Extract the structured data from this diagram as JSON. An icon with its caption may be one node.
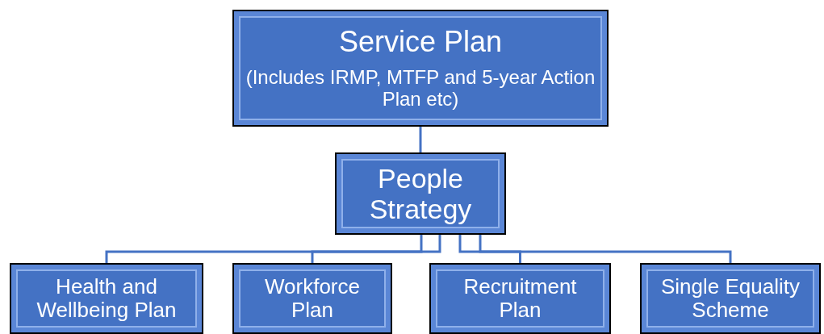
{
  "diagram": {
    "nodes": [
      {
        "text": [
          "Service Plan",
          "(Includes IRMP, MTFP and 5-year Action Plan etc)"
        ]
      },
      {
        "text": [
          "People Strategy"
        ]
      },
      {
        "text": [
          "Health and Wellbeing Plan"
        ]
      },
      {
        "text": [
          "Workforce Plan"
        ]
      },
      {
        "text": [
          "Recruitment Plan"
        ]
      },
      {
        "text": [
          "Single Equality Scheme"
        ]
      }
    ],
    "edges": [
      {
        "from": 0,
        "to": 1,
        "arrow": "none"
      },
      {
        "from": 1,
        "to": 2,
        "arrow": "none"
      },
      {
        "from": 1,
        "to": 3,
        "arrow": "none"
      },
      {
        "from": 1,
        "to": 4,
        "arrow": "none"
      },
      {
        "from": 1,
        "to": 5,
        "arrow": "none"
      }
    ]
  }
}
